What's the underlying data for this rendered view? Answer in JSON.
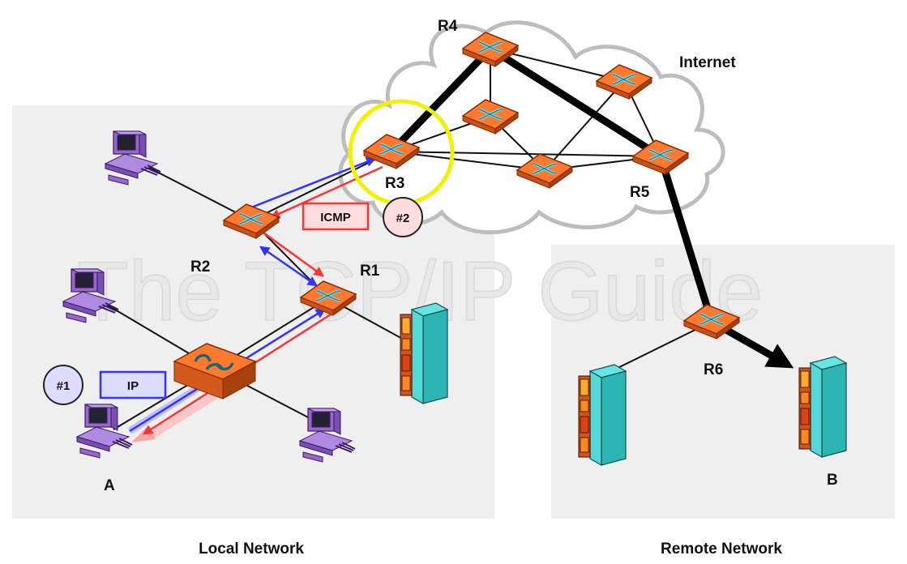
{
  "watermark": "The TCP/IP Guide",
  "regions": {
    "local": "Local Network",
    "remote": "Remote Network",
    "internet": "Internet"
  },
  "routers": {
    "r1": "R1",
    "r2": "R2",
    "r3": "R3",
    "r4": "R4",
    "r5": "R5",
    "r6": "R6"
  },
  "hosts": {
    "a": "A",
    "b": "B"
  },
  "tags": {
    "ip": "IP",
    "icmp": "ICMP",
    "step1": "#1",
    "step2": "#2"
  },
  "colors": {
    "router": "#ff7a2e",
    "server": "#33cccc",
    "workstation": "#9966cc",
    "ip_path": "#3333ff",
    "icmp_path": "#ff3333",
    "highlight": "#f2f200",
    "region": "#efefef"
  },
  "icons": {
    "router": "router-icon",
    "switch": "switch-icon",
    "workstation": "workstation-icon",
    "server": "server-icon"
  }
}
